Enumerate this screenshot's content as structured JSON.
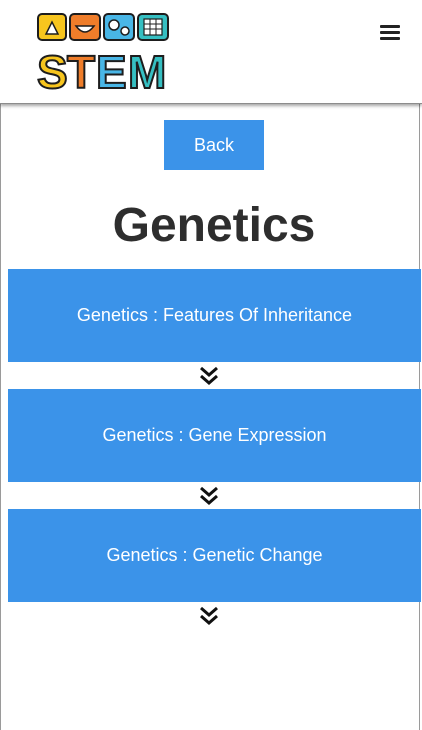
{
  "header": {
    "logo_text": "STEM",
    "menu_icon": "hamburger-menu-icon"
  },
  "nav": {
    "back_label": "Back"
  },
  "page": {
    "title": "Genetics"
  },
  "topics": [
    {
      "label": "Genetics : Features Of Inheritance"
    },
    {
      "label": "Genetics : Gene Expression"
    },
    {
      "label": "Genetics : Genetic Change"
    }
  ],
  "icons": {
    "chevron": "double-chevron-down-icon"
  },
  "colors": {
    "accent": "#3b93e9",
    "title": "#2e2e2e",
    "logo_yellow": "#f7c51e",
    "logo_orange": "#ef7d2a",
    "logo_blue": "#49b6e6",
    "logo_teal": "#36bfc2"
  }
}
